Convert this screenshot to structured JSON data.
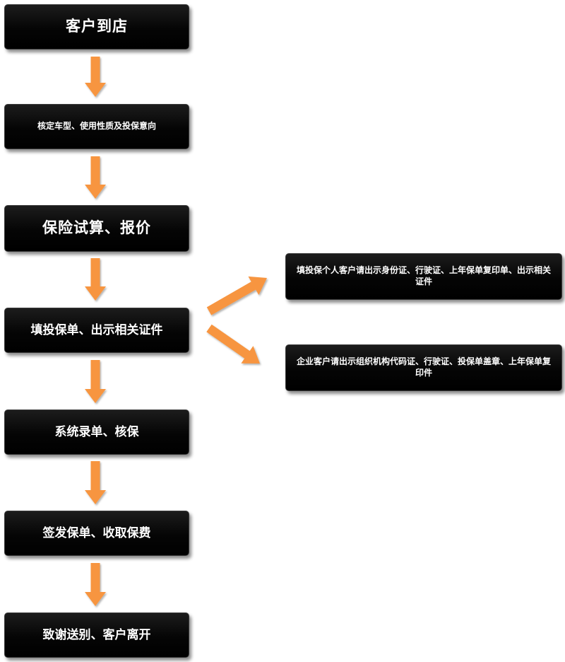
{
  "colors": {
    "arrow": "#f7953f",
    "box_fill": "#000000",
    "box_text": "#ffffff"
  },
  "steps": [
    {
      "id": "customer-arrives",
      "label": "客户到店"
    },
    {
      "id": "verify-vehicle",
      "label": "核定车型、使用性质及投保意向"
    },
    {
      "id": "premium-quote",
      "label": "保险试算、报价"
    },
    {
      "id": "fill-form",
      "label": "填投保单、出示相关证件"
    },
    {
      "id": "system-entry",
      "label": "系统录单、核保"
    },
    {
      "id": "issue-policy",
      "label": "签发保单、收取保费"
    },
    {
      "id": "farewell",
      "label": "致谢送别、客户离开"
    }
  ],
  "branches": [
    {
      "id": "individual-docs",
      "label": "填投保个人客户请出示身份证、行驶证、上年保单复印单、出示相关证件"
    },
    {
      "id": "corporate-docs",
      "label": "企业客户请出示组织机构代码证、行驶证、投保单盖章、上年保单复印件"
    }
  ]
}
